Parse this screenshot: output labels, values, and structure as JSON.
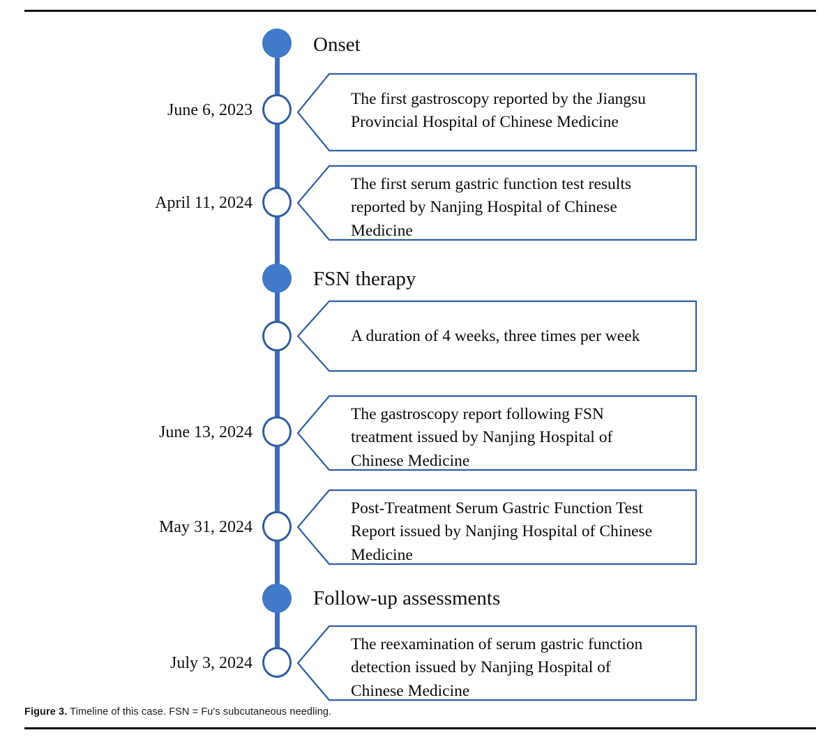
{
  "figure": {
    "caption_label": "Figure 3.",
    "caption_text": "Timeline of this case. FSN = Fu's subcutaneous needling."
  },
  "colors": {
    "node_filled": "#4279c8",
    "node_outline": "#2f5ea4",
    "spine": "#3a6fb8",
    "callout_border": "#2f5ea4",
    "rule": "#0d0d0d",
    "text": "#101010"
  },
  "timeline": {
    "nodes": [
      {
        "id": "onset",
        "kind": "milestone",
        "marker": "filled",
        "label": "Onset",
        "date": "",
        "lines": []
      },
      {
        "id": "first-gastroscopy",
        "kind": "event",
        "marker": "hollow",
        "label": "",
        "date": "June 6, 2023",
        "lines": [
          "The first gastroscopy reported by the Jiangsu",
          "Provincial Hospital of Chinese Medicine"
        ]
      },
      {
        "id": "first-serum-test",
        "kind": "event",
        "marker": "hollow",
        "label": "",
        "date": "April 11, 2024",
        "lines": [
          "The first serum gastric function test results",
          "reported by Nanjing Hospital of Chinese",
          "Medicine"
        ]
      },
      {
        "id": "fsn-therapy",
        "kind": "milestone",
        "marker": "filled",
        "label": "FSN therapy",
        "date": "",
        "lines": []
      },
      {
        "id": "therapy-duration",
        "kind": "event",
        "marker": "hollow",
        "label": "",
        "date": "",
        "lines": [
          "A duration of 4 weeks, three times per week"
        ]
      },
      {
        "id": "post-gastroscopy",
        "kind": "event",
        "marker": "hollow",
        "label": "",
        "date": "June 13, 2024",
        "lines": [
          "The gastroscopy report following FSN",
          "treatment issued by Nanjing Hospital of",
          "Chinese Medicine"
        ]
      },
      {
        "id": "post-serum-report",
        "kind": "event",
        "marker": "hollow",
        "label": "",
        "date": "May 31, 2024",
        "lines": [
          "Post-Treatment Serum Gastric Function Test",
          "Report issued by Nanjing Hospital of Chinese",
          "Medicine"
        ]
      },
      {
        "id": "follow-up",
        "kind": "milestone",
        "marker": "filled",
        "label": "Follow-up assessments",
        "date": "",
        "lines": []
      },
      {
        "id": "serum-reexamination",
        "kind": "event",
        "marker": "hollow",
        "label": "",
        "date": "July 3, 2024",
        "lines": [
          "The reexamination of serum gastric function",
          "detection issued by Nanjing Hospital of",
          "Chinese Medicine"
        ]
      }
    ]
  }
}
